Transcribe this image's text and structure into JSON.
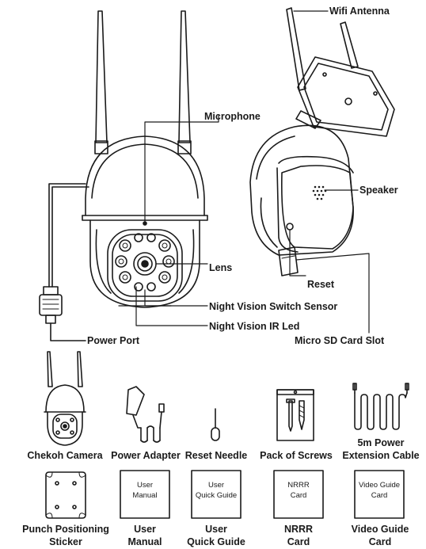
{
  "callouts": {
    "wifi_antenna": "Wifi Antenna",
    "microphone": "Microphone",
    "speaker": "Speaker",
    "lens": "Lens",
    "reset": "Reset",
    "night_vision_switch_sensor": "Night Vision Switch Sensor",
    "night_vision_ir_led": "Night Vision IR Led",
    "micro_sd_card_slot": "Micro SD Card Slot",
    "power_port": "Power Port"
  },
  "package_contents": {
    "row1": [
      {
        "line1": "Chekoh Camera",
        "line2": ""
      },
      {
        "line1": "Power Adapter",
        "line2": ""
      },
      {
        "line1": "Reset Needle",
        "line2": ""
      },
      {
        "line1": "Pack of Screws",
        "line2": ""
      },
      {
        "line1": "5m Power",
        "line2": "Extension Cable"
      }
    ],
    "row2": [
      {
        "line1": "Punch Positioning",
        "line2": "Sticker"
      },
      {
        "line1": "User",
        "line2": "Manual"
      },
      {
        "line1": "User",
        "line2": "Quick Guide"
      },
      {
        "line1": "NRRR",
        "line2": "Card"
      },
      {
        "line1": "Video Guide",
        "line2": "Card"
      }
    ]
  },
  "card_labels": {
    "user_manual": [
      "User",
      "Manual"
    ],
    "quick_guide": [
      "User",
      "Quick Guide"
    ],
    "nrrr": [
      "NRRR",
      "Card"
    ],
    "video_guide": [
      "Video Guide",
      "Card"
    ]
  }
}
